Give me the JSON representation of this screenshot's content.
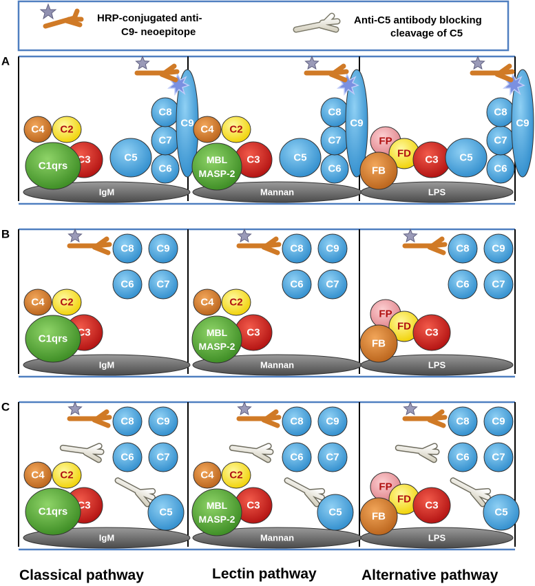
{
  "legend": {
    "hrp_label_line1": "HRP-conjugated anti-",
    "hrp_label_line2": "C9- neoepitope",
    "anti_c5_label_line1": "Anti-C5 antibody blocking",
    "anti_c5_label_line2": "cleavage of C5"
  },
  "panel_letters": [
    "A",
    "B",
    "C"
  ],
  "pathways": [
    {
      "title": "Classical pathway",
      "surface": "IgM",
      "initiators": [
        "C1qrs",
        "C4",
        "C2"
      ],
      "convertase_component": "C3"
    },
    {
      "title": "Lectin pathway",
      "surface": "Mannan",
      "initiators": [
        "MBL MASP-2",
        "C4",
        "C2"
      ],
      "convertase_component": "C3"
    },
    {
      "title": "Alternative pathway",
      "surface": "LPS",
      "initiators": [
        "FB",
        "FP",
        "FD"
      ],
      "convertase_component": "C3"
    }
  ],
  "terminal": {
    "c5": "C5",
    "c6": "C6",
    "c7": "C7",
    "c8": "C8",
    "c9": "C9"
  },
  "mbl_line1": "MBL",
  "mbl_line2": "MASP-2",
  "colors": {
    "frame_blue": "#4f7fc0",
    "orange": "#d07a26",
    "yellow": "#ffe600",
    "red": "#d01a1a",
    "green": "#4aa834",
    "blue": "#4aa5e0",
    "pink": "#f0a0a6",
    "gray": "#707070",
    "star": "#8a8aa8"
  }
}
